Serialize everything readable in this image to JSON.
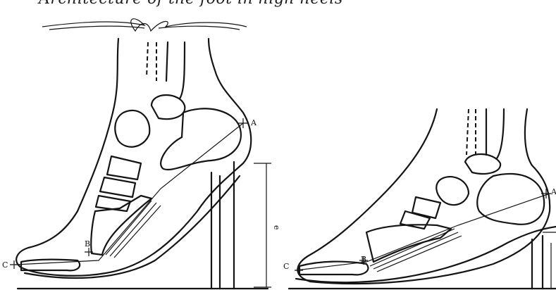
{
  "header": {
    "text": "Architecture of the foot in high heels",
    "ornament_icon": "flourish-divider-icon"
  },
  "left_figure": {
    "point_a": "A",
    "point_b": "B",
    "point_c": "C",
    "dimension_label": "e"
  },
  "right_figure": {
    "point_a": "A",
    "point_b": "B",
    "point_c": "C"
  },
  "colors": {
    "ink": "#141414",
    "background": "#ffffff"
  }
}
